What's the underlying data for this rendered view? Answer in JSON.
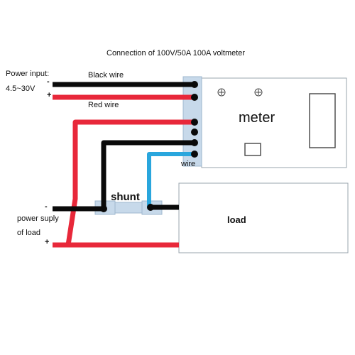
{
  "title": "Connection of 100V/50A 100A voltmeter",
  "power_input": {
    "label": "Power input:",
    "voltage": "4.5~30V",
    "minus": "-",
    "plus": "+"
  },
  "wires": {
    "black": "Black wire",
    "red": "Red wire",
    "meter_wire": "wire"
  },
  "meter": {
    "label": "meter"
  },
  "shunt": {
    "label": "shunt"
  },
  "load": {
    "label": "load"
  },
  "power_supply": {
    "line1": "power suply",
    "line2": "of load",
    "minus": "-",
    "plus": "+"
  },
  "colors": {
    "red_wire": "#e8283a",
    "black_wire": "#0a0a0a",
    "blue_wire": "#29a6dd",
    "connector": "#c7d9ea"
  }
}
